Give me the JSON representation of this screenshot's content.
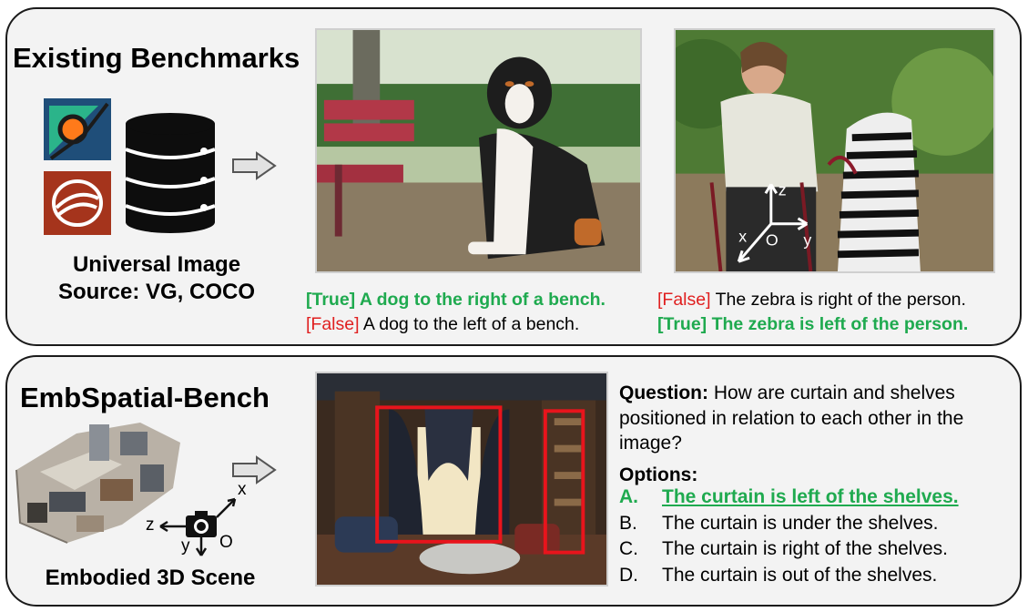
{
  "top_panel": {
    "title": "Existing Benchmarks",
    "source_label_line1": "Universal Image",
    "source_label_line2": "Source: VG, COCO",
    "logos": [
      "vg-logo",
      "coco-logo"
    ],
    "dog_image": {
      "true_tag": "[True]",
      "true_text": " A dog to the right of a bench.",
      "false_tag": "[False]",
      "false_text": " A dog to the left of a bench."
    },
    "zebra_image": {
      "axis_x": "x",
      "axis_y": "y",
      "axis_z": "z",
      "axis_o": "O",
      "false_tag": "[False]",
      "false_text": " The zebra is right of the person.",
      "true_tag": "[True]",
      "true_text": " The zebra is left of the person."
    }
  },
  "bottom_panel": {
    "title": "EmbSpatial-Bench",
    "scene_label": "Embodied 3D Scene",
    "axes": {
      "x": "x",
      "y": "y",
      "z": "z",
      "o": "O"
    },
    "question_label": "Question:",
    "question_text": " How are curtain and shelves positioned in relation to each other in the image?",
    "options_label": "Options:",
    "options": [
      {
        "letter": "A.",
        "text": "The curtain is left of the shelves."
      },
      {
        "letter": "B.",
        "text": "The curtain is under the shelves."
      },
      {
        "letter": "C.",
        "text": "The curtain is right of the shelves."
      },
      {
        "letter": "D.",
        "text": "The curtain is out of the shelves."
      }
    ]
  },
  "colors": {
    "true": "#1faa4f",
    "false": "#e02020",
    "bounding_box": "#e8141c",
    "panel_bg": "#f3f3f3"
  }
}
